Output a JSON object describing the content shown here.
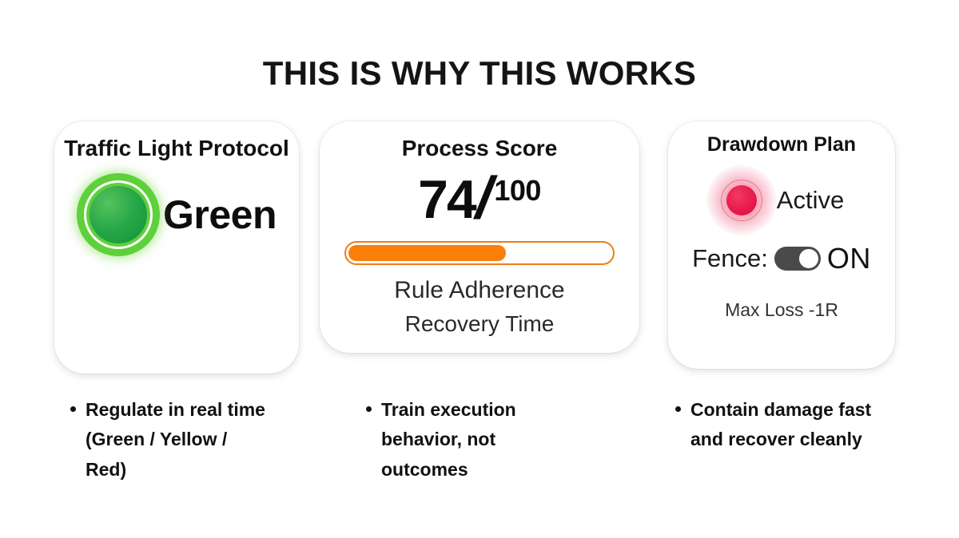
{
  "slide": {
    "title": "THIS IS WHY THIS WORKS",
    "background_color": "#FFFFFF"
  },
  "cards": [
    {
      "title": "Traffic Light Protocol",
      "indicator": {
        "icon": "green-light-icon",
        "label": "Green",
        "color": "#0C9138",
        "ring_color": "#5ED03A"
      },
      "bullet": "Regulate in real time (Green / Yellow / Red)"
    },
    {
      "title": "Process Score",
      "score": {
        "value": "74",
        "separator": "/",
        "max": "100",
        "progress_percent": 60,
        "bar_color": "#F97F09",
        "bar_border_color": "#EF7D15"
      },
      "captions": [
        "Rule Adherence",
        "Recovery Time"
      ],
      "bullet": "Train execution behavior, not outcomes"
    },
    {
      "title": "Drawdown Plan",
      "status": {
        "icon": "red-status-light-icon",
        "label": "Active",
        "color": "#E8174A"
      },
      "fence": {
        "label": "Fence:",
        "toggle_state": "on",
        "state_label": "ON",
        "track_color": "#4A4A4A",
        "knob_color": "#FFFFFF"
      },
      "footnote": "Max Loss -1R",
      "bullet": "Contain damage fast and recover cleanly"
    }
  ]
}
